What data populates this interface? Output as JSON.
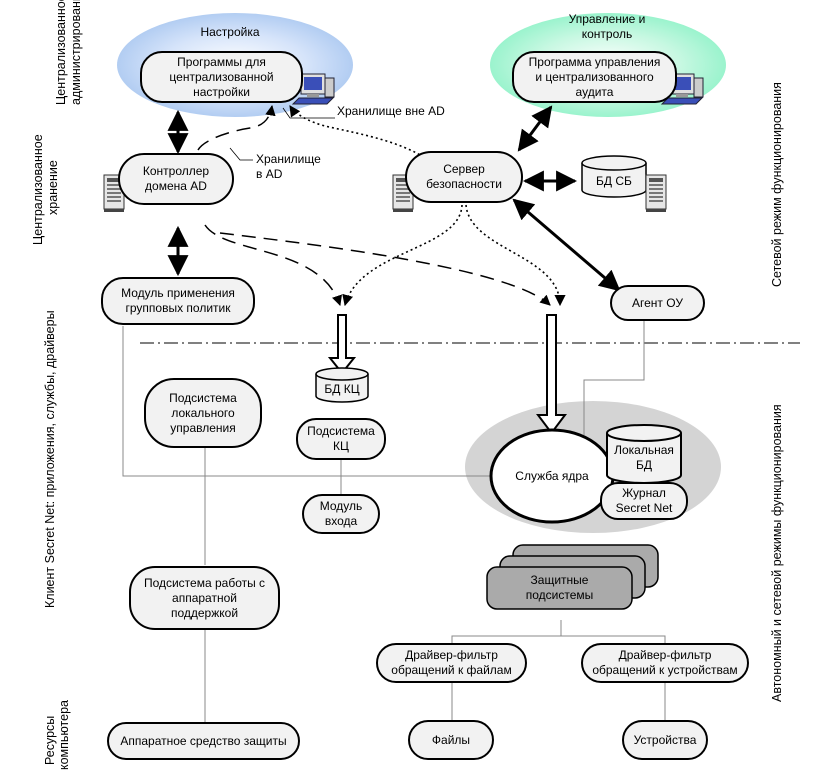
{
  "side_labels": {
    "centralized_admin": [
      "Централизованное",
      "администрирование"
    ],
    "centralized_storage": [
      "Централизованное",
      "хранение"
    ],
    "client": "Клиент Secret Net: приложения, службы, драйверы",
    "resources": [
      "Ресурсы",
      "компьютера"
    ],
    "network_mode": "Сетевой режим функционирования",
    "offline_network_mode": "Автономный и сетевой режимы функционирования"
  },
  "groups": {
    "settings": "Настройка",
    "management": "Управление и\nконтроль"
  },
  "nodes": {
    "settings_programs": "Программы для\nцентрализованной\nнастройки",
    "management_program": "Программа управления\nи централизованного\nаудита",
    "domain_controller": "Контроллер\nдомена AD",
    "security_server": "Сервер\nбезопасности",
    "db_sb": "БД  СБ",
    "group_policy_module": "Модуль применения\nгрупповых политик",
    "agent": "Агент ОУ",
    "db_kc": "БД КЦ",
    "kc_subsystem": "Подсистема\nКЦ",
    "login_module": "Модуль\nвхода",
    "local_mgmt": "Подсистема\nлокального\nуправления",
    "kernel_service": "Служба ядра",
    "local_db": "Локальная\nБД",
    "journal": "Журнал\nSecret Net",
    "protective": "Защитные\nподсистемы",
    "hw_subsystem": "Подсистема работы с\nаппаратной\nподдержкой",
    "file_driver": "Драйвер-фильтр\nобращений к файлам",
    "device_driver": "Драйвер-фильтр\nобращений к устройствам",
    "hw_protection": "Аппаратное средство защиты",
    "files": "Файлы",
    "devices": "Устройства"
  },
  "annotations": {
    "storage_outside_ad": "Хранилище вне AD",
    "storage_in_ad": "Хранилище\nв AD"
  },
  "colors": {
    "settings_group": "#a9c7f0",
    "management_group": "#8ff2c8",
    "kernel_group": "#d4d4d4",
    "node_fill": "#f2f2f2",
    "protective_fill": "#aaaaaa"
  }
}
